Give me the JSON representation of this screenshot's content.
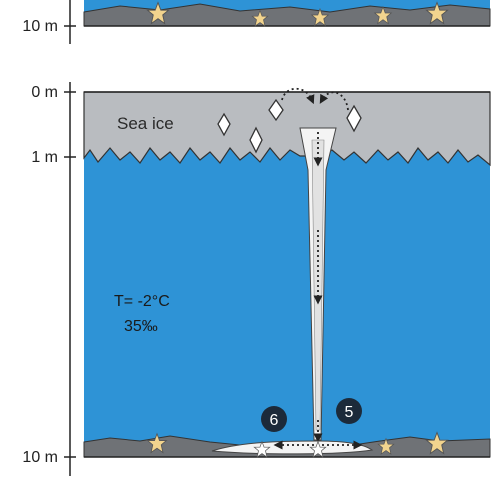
{
  "colors": {
    "sea_ice": "#b9bcc0",
    "water": "#2e93d6",
    "seabed": "#6f7276",
    "star": "#f2d48e",
    "brinicle": "#f4f4f4",
    "marker": "#1c2a3a",
    "axis": "#222222"
  },
  "top_panel": {
    "axis_label": "10 m"
  },
  "main_panel": {
    "depth_labels": [
      "0 m",
      "1 m",
      "10 m"
    ],
    "sea_ice_label": "Sea ice",
    "temperature_label": "T= -2°C",
    "salinity_label": "35‰",
    "step_labels": [
      "6",
      "5"
    ]
  },
  "icons": {
    "ice_crystal": "diamond-crystal-icon",
    "starfish": "starfish-icon",
    "step_marker": "numbered-circle-icon"
  }
}
